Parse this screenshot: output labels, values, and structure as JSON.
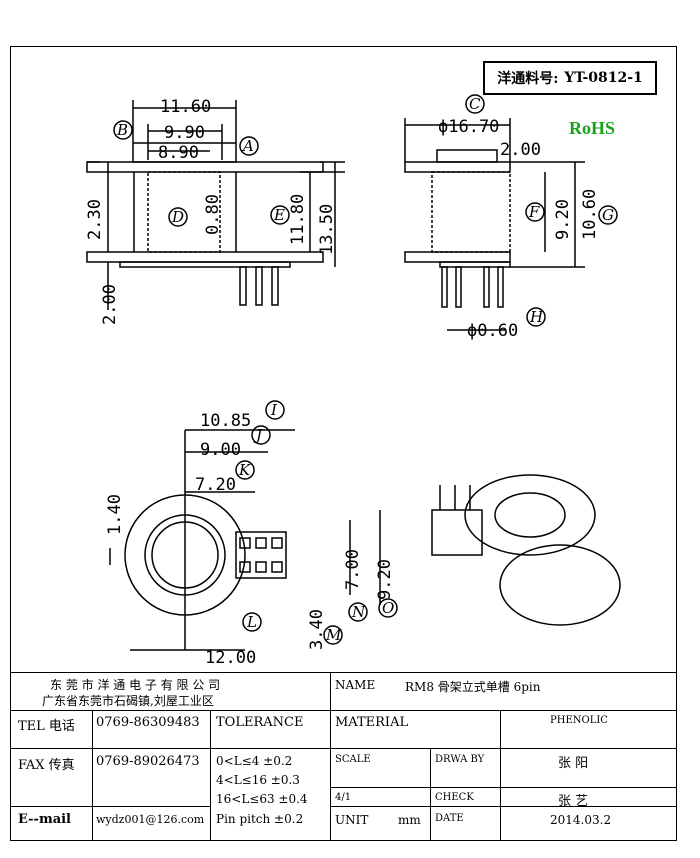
{
  "part_number": {
    "label": "洋通料号:",
    "value": "YT-0812-1"
  },
  "rohs": "RoHS",
  "dimensions": {
    "d1160": "11.60",
    "d990": "9.90",
    "d890": "8.90",
    "d230": "2.30",
    "d080": "0.80",
    "d1180": "11.80",
    "d1350": "13.50",
    "d200": "2.00",
    "d1670": "ϕ16.70",
    "d2002": "2.00",
    "d920": "9.20",
    "d1060": "10.60",
    "d060": "ϕ0.60",
    "d1085": "10.85",
    "d900": "9.00",
    "d720": "7.20",
    "d140": "1.40",
    "d700": "7.00",
    "d9202": "9.20",
    "d340": "3.40",
    "d1200": "12.00"
  },
  "callouts": [
    "A",
    "B",
    "C",
    "D",
    "E",
    "F",
    "G",
    "H",
    "I",
    "J",
    "K",
    "L",
    "M",
    "N",
    "O"
  ],
  "title_block": {
    "company_name": "东 莞 市 洋 通 电 子 有 限 公 司",
    "company_address": "广东省东莞市石碣镇,刘屋工业区",
    "name_label": "NAME",
    "name_value": "RM8 骨架立式单槽 6pin",
    "tel_label": "TEL 电话",
    "tel_value": "0769-86309483",
    "tolerance_label": "TOLERANCE",
    "material_label": "MATERIAL",
    "material_value": "PHENOLIC",
    "fax_label": "FAX 传真",
    "fax_value": "0769-89026473",
    "tol1": "0<L≤4   ±0.2",
    "tol2": "4<L≤16  ±0.3",
    "tol3": "16<L≤63  ±0.4",
    "tol4": "Pin pitch ±0.2",
    "scale_label": "SCALE",
    "scale_value": "4/1",
    "drawby_label": "DRWA BY",
    "drawby_value": "张 阳",
    "check_label": "CHECK",
    "check_value": "张 艺",
    "email_label": "E--mail",
    "email_value": "wydz001@126.com",
    "unit_label": "UNIT",
    "unit_value": "mm",
    "date_label": "DATE",
    "date_value": "2014.03.2"
  }
}
